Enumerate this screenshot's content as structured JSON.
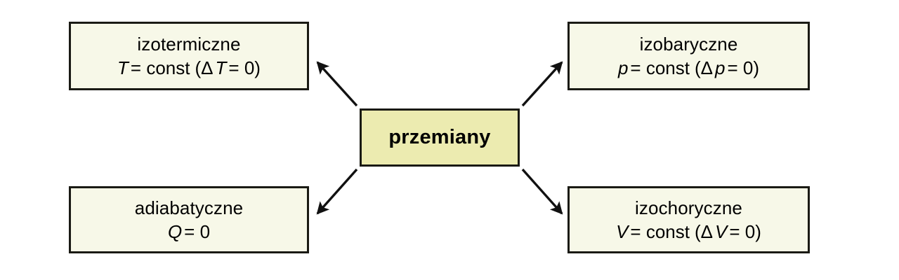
{
  "diagram": {
    "type": "radial-concept-map",
    "language": "pl",
    "center": {
      "id": "przemiany",
      "label": "przemiany",
      "fill": "#ecebb0",
      "border": "#1a1a14"
    },
    "nodes": [
      {
        "id": "izotermiczne",
        "position": "top-left",
        "title": "izotermiczne",
        "formula": {
          "variable": "T",
          "relation": "= const",
          "delta_symbol": "Δ",
          "delta_variable": "T",
          "delta_relation": "= 0",
          "plain": "T = const (Δ T = 0)"
        },
        "fill": "#f7f8e8",
        "border": "#1a1a14"
      },
      {
        "id": "izobaryczne",
        "position": "top-right",
        "title": "izobaryczne",
        "formula": {
          "variable": "p",
          "relation": "= const",
          "delta_symbol": "Δ",
          "delta_variable": "p",
          "delta_relation": "= 0",
          "plain": "p = const (Δ p = 0)"
        },
        "fill": "#f7f8e8",
        "border": "#1a1a14"
      },
      {
        "id": "adiabatyczne",
        "position": "bottom-left",
        "title": "adiabatyczne",
        "formula": {
          "variable": "Q",
          "relation": "= 0",
          "delta_symbol": "",
          "delta_variable": "",
          "delta_relation": "",
          "plain": "Q = 0"
        },
        "fill": "#f7f8e8",
        "border": "#1a1a14"
      },
      {
        "id": "izochoryczne",
        "position": "bottom-right",
        "title": "izochoryczne",
        "formula": {
          "variable": "V",
          "relation": "= const",
          "delta_symbol": "Δ",
          "delta_variable": "V",
          "delta_relation": "= 0",
          "plain": "V = const (Δ V = 0)"
        },
        "fill": "#f7f8e8",
        "border": "#1a1a14"
      }
    ],
    "connectors": [
      {
        "id": "arrow-center-to-top-left",
        "from": "przemiany",
        "to": "izotermiczne",
        "direction": "up-left",
        "style": "solid-arrow"
      },
      {
        "id": "arrow-center-to-top-right",
        "from": "przemiany",
        "to": "izobaryczne",
        "direction": "up-right",
        "style": "solid-arrow"
      },
      {
        "id": "arrow-center-to-bottom-left",
        "from": "przemiany",
        "to": "adiabatyczne",
        "direction": "down-left",
        "style": "solid-arrow"
      },
      {
        "id": "arrow-center-to-bottom-right",
        "from": "przemiany",
        "to": "izochoryczne",
        "direction": "down-right",
        "style": "solid-arrow"
      }
    ],
    "colors": {
      "background": "#ffffff",
      "node_fill": "#f7f8e8",
      "center_fill": "#ecebb0",
      "stroke": "#1a1a14",
      "text": "#000000"
    }
  }
}
